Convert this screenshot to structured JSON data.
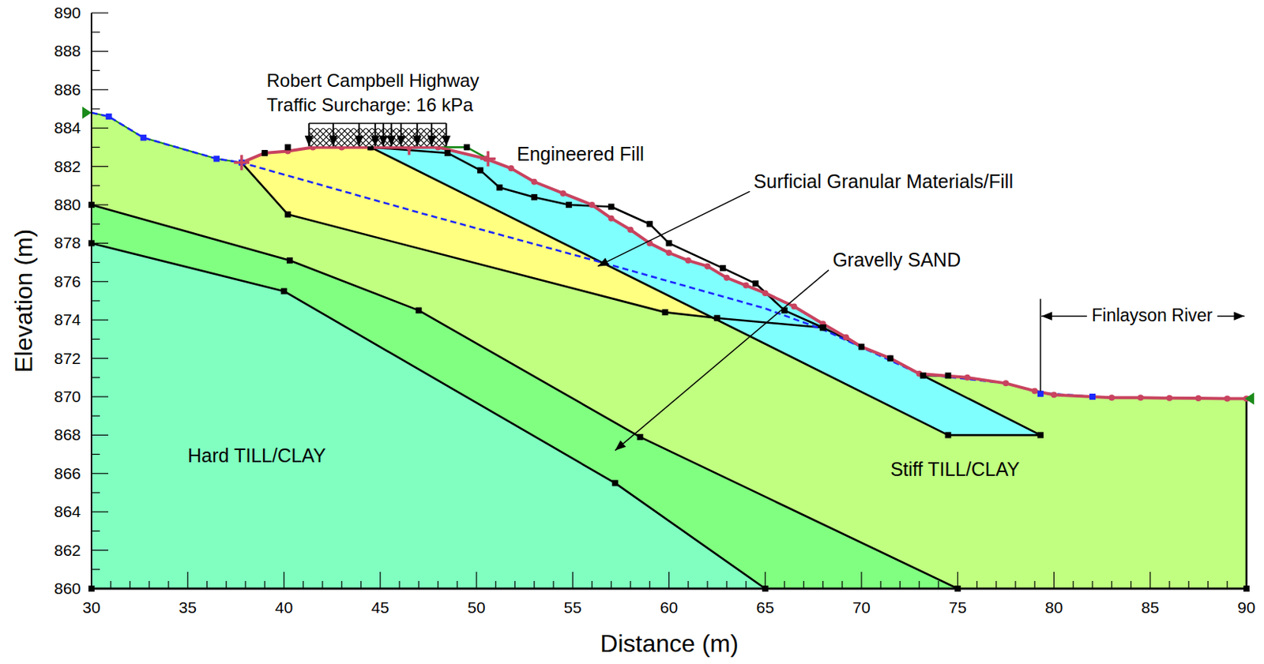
{
  "diagram": {
    "labels": [
      "890",
      "888",
      "886",
      "884",
      "882",
      "880",
      "878",
      "876",
      "874",
      "872",
      "870",
      "868",
      "866",
      "864",
      "862",
      "860",
      "30",
      "35",
      "40",
      "45",
      "50",
      "55",
      "60",
      "65",
      "70",
      "75",
      "80",
      "85",
      "90",
      "Elevation (m)",
      "Distance (m)",
      "Robert Campbell Highway",
      "Traffic Surcharge: 16 kPa",
      "Engineered Fill",
      "Surficial Granular Materials/Fill",
      "Gravelly SAND",
      "Hard TILL/CLAY",
      "Stiff TILL/CLAY",
      "Finlayson River"
    ]
  }
}
